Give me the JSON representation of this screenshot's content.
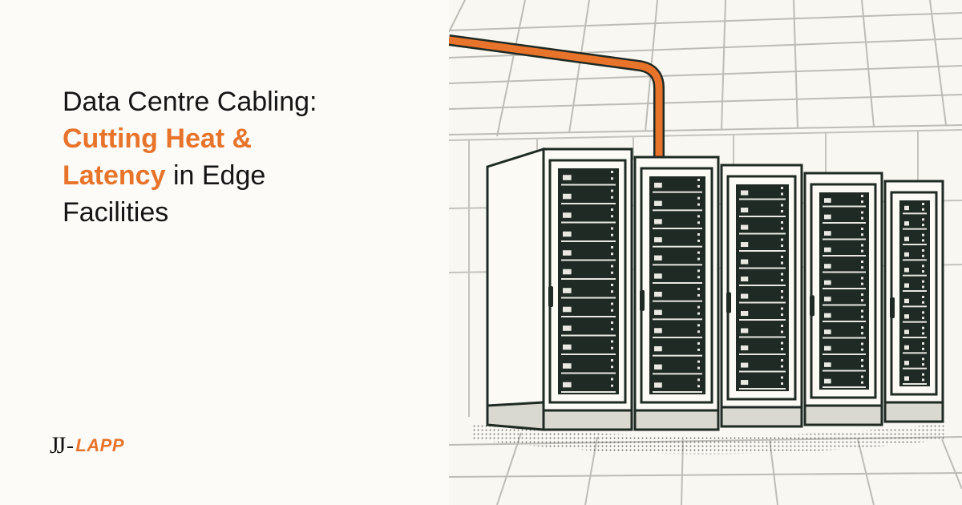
{
  "headline": {
    "line1": "Data Centre Cabling:",
    "line2": "Cutting Heat &",
    "line3_accent": "Latency",
    "line3_rest": " in Edge",
    "line4": "Facilities"
  },
  "logo": {
    "jj": "JJ",
    "lapp": "LAPP"
  },
  "colors": {
    "accent": "#e8732a",
    "text": "#151515",
    "rack_dark": "#1f2a24",
    "background": "#fcfbf7"
  },
  "illustration": {
    "icon": "server-racks-illustration",
    "rack_count": 5
  }
}
